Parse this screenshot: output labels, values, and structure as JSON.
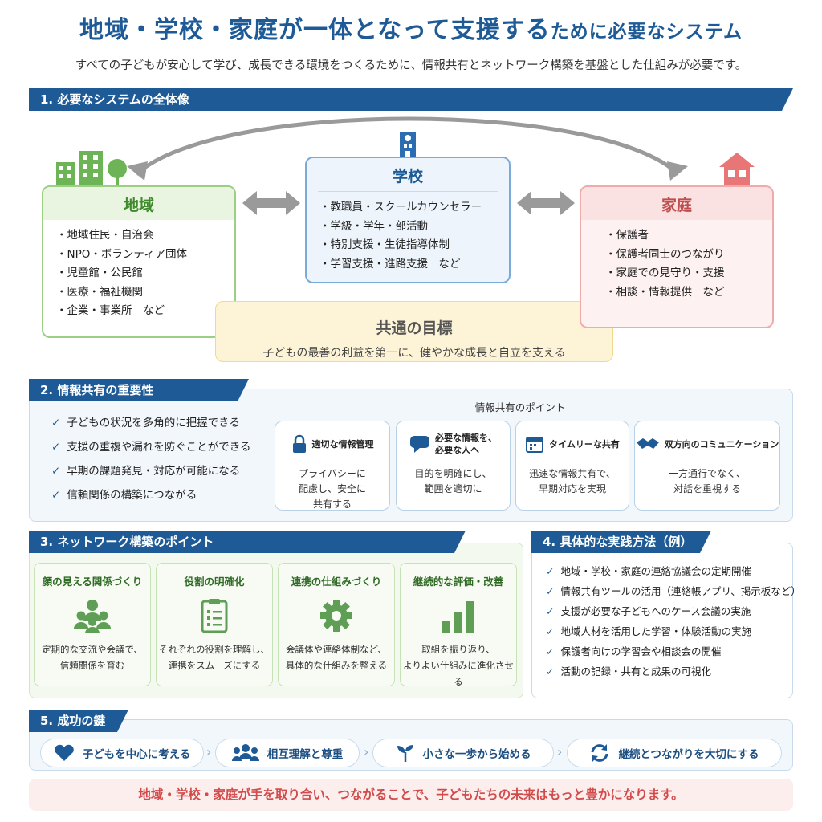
{
  "header": {
    "title_main": "地域・学校・家庭が一体となって支援する",
    "title_tail": "ために必要なシステム",
    "subtitle": "すべての子どもが安心して学び、成長できる環境をつくるために、情報共有とネットワーク構築を基盤とした仕組みが必要です。"
  },
  "sec1": {
    "heading": "1. 必要なシステムの全体像",
    "community": {
      "title": "地域",
      "items": [
        "・地域住民・自治会",
        "・NPO・ボランティア団体",
        "・児童館・公民館",
        "・医療・福祉機関",
        "・企業・事業所　など"
      ]
    },
    "school": {
      "title": "学校",
      "items": [
        "・教職員・スクールカウンセラー",
        "・学級・学年・部活動",
        "・特別支援・生徒指導体制",
        "・学習支援・進路支援　など"
      ]
    },
    "home": {
      "title": "家庭",
      "items": [
        "・保護者",
        "・保護者同士のつながり",
        "・家庭での見守り・支援",
        "・相談・情報提供　など"
      ]
    },
    "goal_title": "共通の目標",
    "goal_text": "子どもの最善の利益を第一に、健やかな成長と自立を支える"
  },
  "sec2": {
    "heading": "2. 情報共有の重要性",
    "checks": [
      "子どもの状況を多角的に把握できる",
      "支援の重複や漏れを防ぐことができる",
      "早期の課題発見・対応が可能になる",
      "信頼関係の構築につながる"
    ],
    "points_title": "情報共有のポイント",
    "cards": [
      {
        "icon": "lock-icon",
        "title": "適切な情報管理",
        "lines": [
          "プライバシーに",
          "配慮し、安全に",
          "共有する"
        ]
      },
      {
        "icon": "chat-icon",
        "title": "必要な情報を、必要な人へ",
        "title_lines": [
          "必要な情報を、",
          "必要な人へ"
        ],
        "lines": [
          "目的を明確にし、",
          "範囲を適切に"
        ]
      },
      {
        "icon": "calendar-icon",
        "title": "タイムリーな共有",
        "lines": [
          "迅速な情報共有で、",
          "早期対応を実現"
        ]
      },
      {
        "icon": "handshake-icon",
        "title": "双方向のコミュニケーション",
        "lines": [
          "一方通行でなく、",
          "対話を重視する"
        ]
      }
    ]
  },
  "sec3": {
    "heading": "3. ネットワーク構築のポイント",
    "cards": [
      {
        "icon": "people-icon",
        "title": "顔の見える関係づくり",
        "lines": [
          "定期的な交流や会議で、",
          "信頼関係を育む"
        ]
      },
      {
        "icon": "clipboard-icon",
        "title": "役割の明確化",
        "lines": [
          "それぞれの役割を理解し、",
          "連携をスムーズにする"
        ]
      },
      {
        "icon": "gear-icon",
        "title": "連携の仕組みづくり",
        "lines": [
          "会議体や連絡体制など、",
          "具体的な仕組みを整える"
        ]
      },
      {
        "icon": "bar-chart-icon",
        "title": "継続的な評価・改善",
        "lines": [
          "取組を振り返り、",
          "よりよい仕組みに進化させる"
        ]
      }
    ]
  },
  "sec4": {
    "heading": "4. 具体的な実践方法（例）",
    "checks": [
      "地域・学校・家庭の連絡協議会の定期開催",
      "情報共有ツールの活用（連絡帳アプリ、掲示板など）",
      "支援が必要な子どもへのケース会議の実施",
      "地域人材を活用した学習・体験活動の実施",
      "保護者向けの学習会や相談会の開催",
      "活動の記録・共有と成果の可視化"
    ]
  },
  "sec5": {
    "heading": "5. 成功の鍵",
    "keys": [
      {
        "icon": "heart-icon",
        "label": "子どもを中心に考える"
      },
      {
        "icon": "people-icon",
        "label": "相互理解と尊重"
      },
      {
        "icon": "sprout-icon",
        "label": "小さな一歩から始める"
      },
      {
        "icon": "cycle-icon",
        "label": "継続とつながりを大切にする"
      }
    ]
  },
  "footer": "地域・学校・家庭が手を取り合い、つながることで、子どもたちの未来はもっと豊かになります。",
  "colors": {
    "primary": "#1d5a96",
    "green": "#5aa544",
    "pink": "#e06a6a",
    "gold": "#f1d98f"
  }
}
